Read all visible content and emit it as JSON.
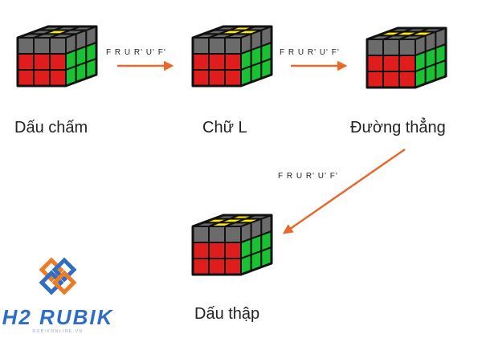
{
  "stages": [
    {
      "id": "dot",
      "label": "Dấu chấm",
      "top_yellow": [
        4
      ]
    },
    {
      "id": "l-shape",
      "label": "Chữ L",
      "top_yellow": [
        1,
        4,
        5
      ]
    },
    {
      "id": "line",
      "label": "Đường thẳng",
      "top_yellow": [
        3,
        4,
        5
      ]
    },
    {
      "id": "cross",
      "label": "Dấu thập",
      "top_yellow": [
        1,
        3,
        4,
        5,
        7
      ]
    }
  ],
  "algorithm": "F R U R' U' F'",
  "colors": {
    "top_gray": "#6b6b6b",
    "top_yellow": "#ffee00",
    "front_red": "#e01d1d",
    "right_green": "#19c232",
    "outline": "#111111",
    "arrow": "#e8692a"
  },
  "logo": {
    "text": "H2 RUBIK",
    "tagline": "RUBIKONLINE.VN",
    "color_main": "#2f6ec4",
    "color_accent": "#f07b25"
  }
}
